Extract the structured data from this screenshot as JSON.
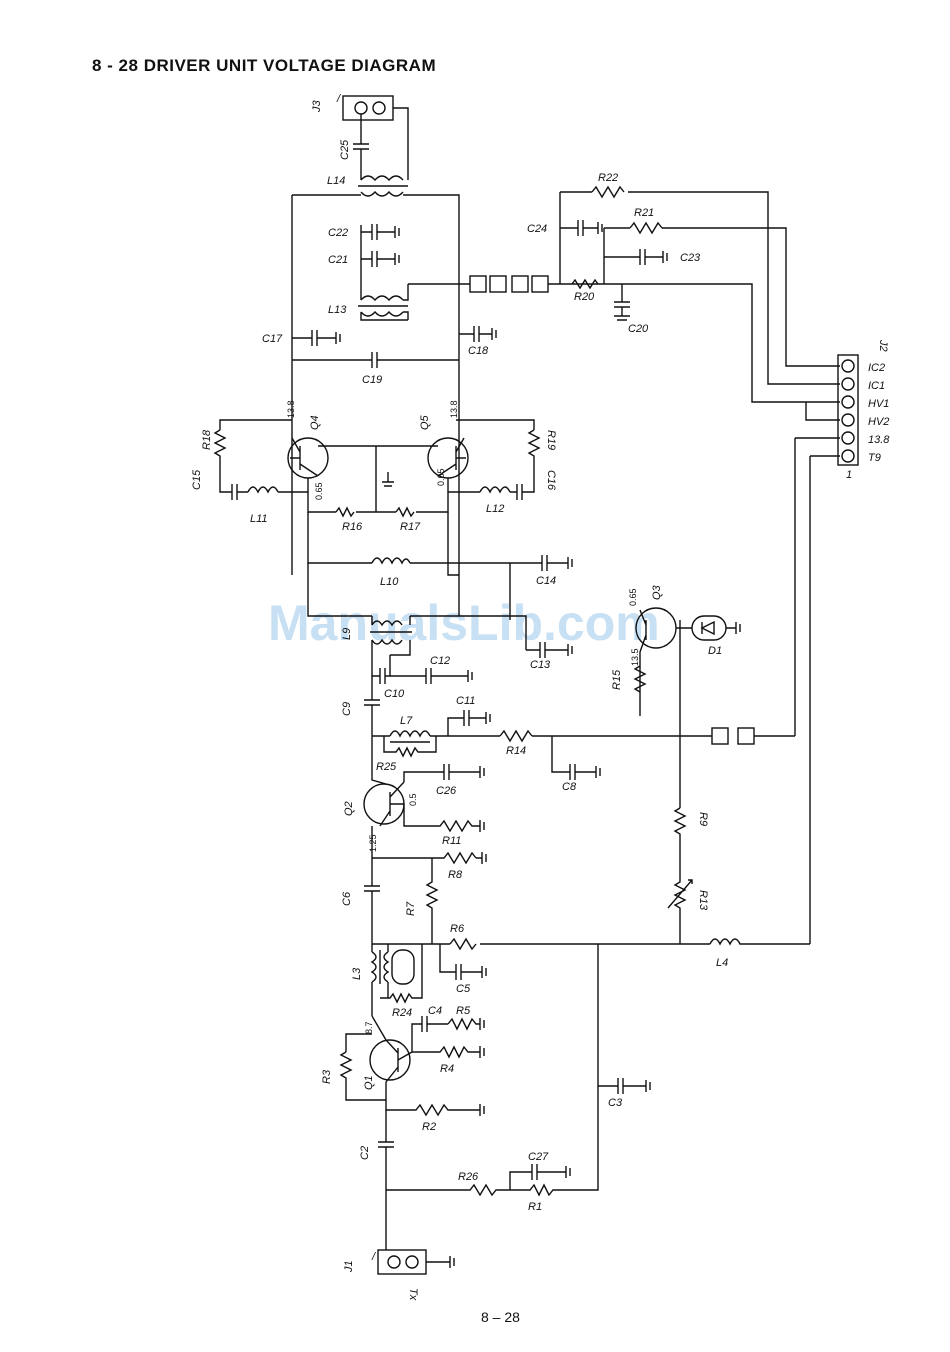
{
  "page": {
    "title": "8 - 28   DRIVER UNIT VOLTAGE DIAGRAM",
    "page_number": "8 – 28",
    "watermark": "ManualsLib.com"
  },
  "labels": {
    "J3": "J3",
    "J3_pin": "/",
    "C25": "C25",
    "L14": "L14",
    "R22": "R22",
    "C24": "C24",
    "R21": "R21",
    "C22": "C22",
    "C21": "C21",
    "C23": "C23",
    "R20": "R20",
    "L13": "L13",
    "C20": "C20",
    "C17": "C17",
    "C18": "C18",
    "C19": "C19",
    "J2": "J2",
    "IC2": "IC2",
    "IC1": "IC1",
    "HV1": "HV1",
    "HV2": "HV2",
    "V13_8": "13.8",
    "T9": "T9",
    "J2_pin": "1",
    "Q4": "Q4",
    "Q5": "Q5",
    "R18": "R18",
    "R19": "R19",
    "C15": "C15",
    "C16": "C16",
    "L11": "L11",
    "L12": "L12",
    "R16": "R16",
    "R17": "R17",
    "L10": "L10",
    "C14": "C14",
    "L9": "L9",
    "C13": "C13",
    "C12": "C12",
    "C10": "C10",
    "Q3": "Q3",
    "D1": "D1",
    "C9": "C9",
    "C11": "C11",
    "L7": "L7",
    "R25": "R25",
    "R14": "R14",
    "R15": "R15",
    "C26": "C26",
    "C8": "C8",
    "Q2": "Q2",
    "R11": "R11",
    "R9": "R9",
    "R8": "R8",
    "C6": "C6",
    "R7": "R7",
    "R13": "R13",
    "R6": "R6",
    "L3": "L3",
    "C5": "C5",
    "L4": "L4",
    "R24": "R24",
    "C4": "C4",
    "R5": "R5",
    "R3": "R3",
    "Q1": "Q1",
    "R4": "R4",
    "C3": "C3",
    "R2": "R2",
    "C2": "C2",
    "C27": "C27",
    "R26": "R26",
    "R1": "R1",
    "J1": "J1",
    "J1_pin": "/",
    "Tx": "Tx"
  },
  "voltages": {
    "q4_c": "13.8",
    "q4_b": "0.65",
    "q5_c": "13.8",
    "q5_b": "0.65",
    "q3_b": "0.65",
    "q3_e": "13.5",
    "q2_b": "0.5",
    "q2_c": "1.25",
    "q1_c": "8.7"
  }
}
